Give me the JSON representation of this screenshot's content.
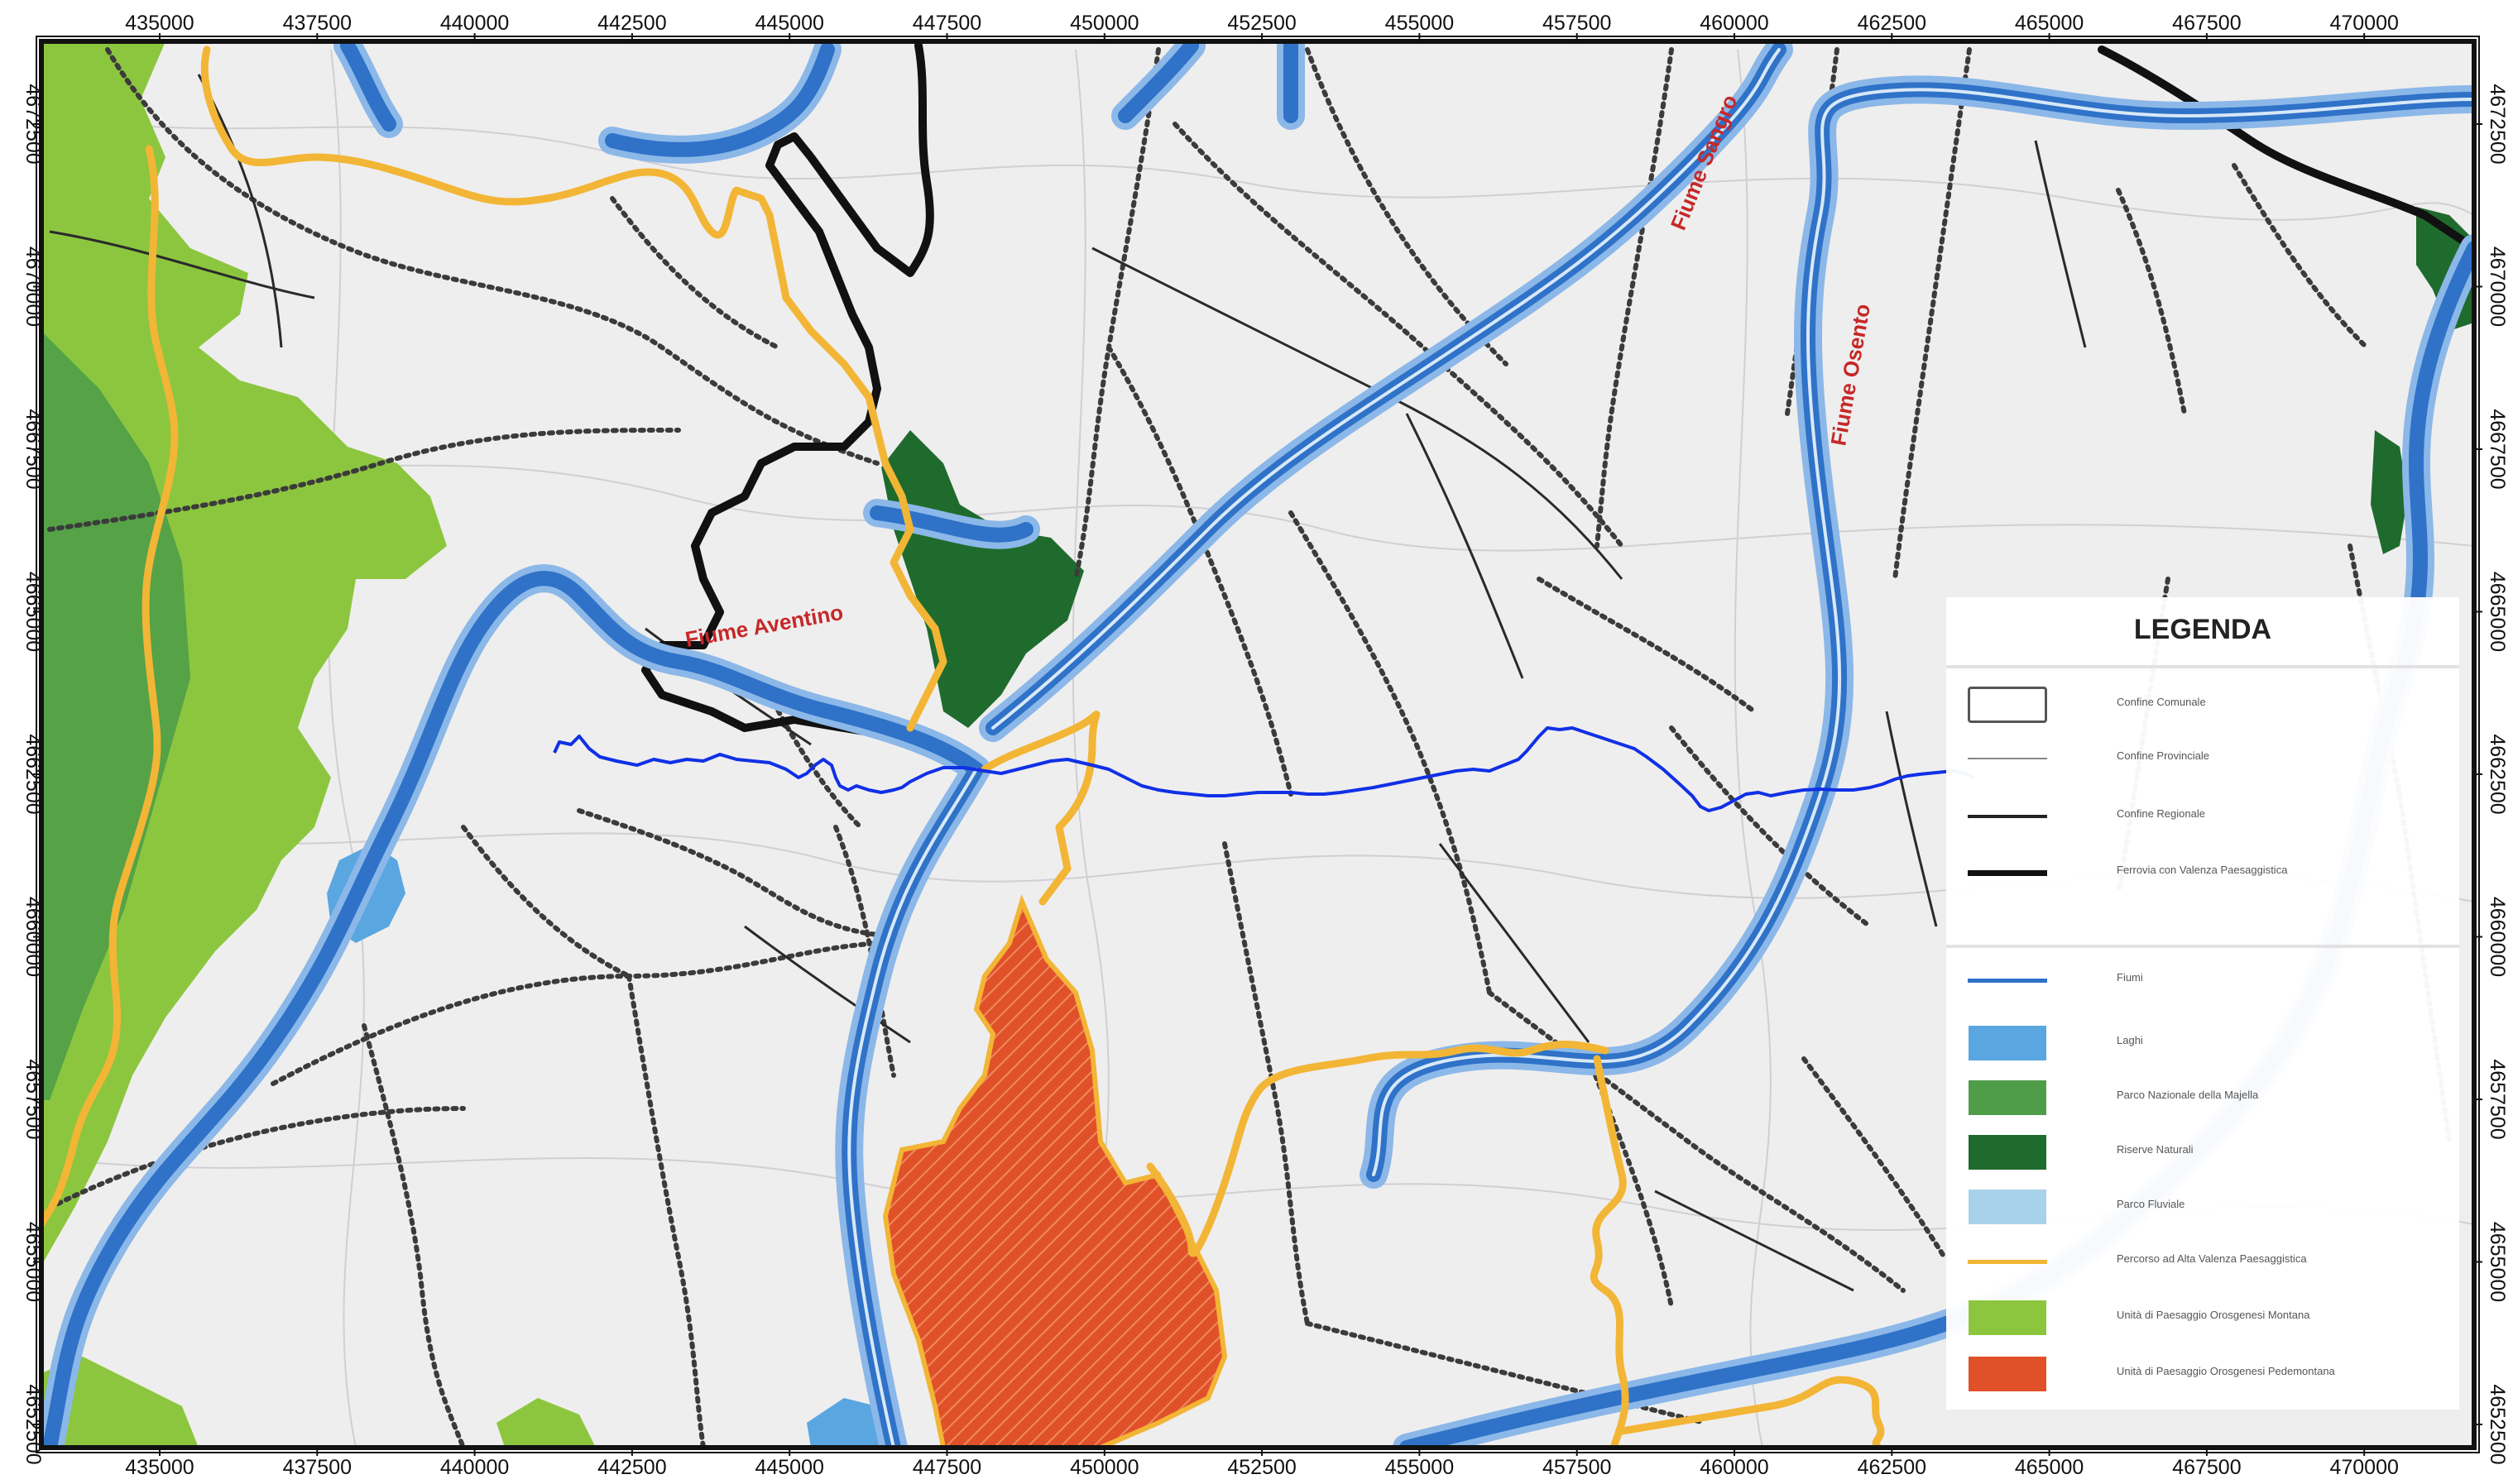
{
  "axes": {
    "x_ticks": [
      "435000",
      "437500",
      "440000",
      "442500",
      "445000",
      "447500",
      "450000",
      "452500",
      "455000",
      "457500",
      "460000",
      "462500",
      "465000",
      "467500",
      "470000"
    ],
    "y_ticks": [
      "4672500",
      "4670000",
      "4667500",
      "4665000",
      "4662500",
      "4660000",
      "4657500",
      "4655000",
      "4652500"
    ]
  },
  "map_labels": {
    "aventino": "Fiume Aventino",
    "sangro": "Fiume Sangro",
    "osento": "Fiume Osento"
  },
  "legend": {
    "title": "LEGENDA",
    "items": [
      {
        "label": "Confine Comunale",
        "symbol": "outline-box",
        "color": "#555555"
      },
      {
        "label": "Confine Provinciale",
        "symbol": "thin-line",
        "color": "#888888"
      },
      {
        "label": "Confine Regionale",
        "symbol": "line",
        "color": "#222222"
      },
      {
        "label": "Ferrovia con Valenza Paesaggistica",
        "symbol": "thick-line",
        "color": "#111111"
      },
      {
        "label": "Fiumi",
        "symbol": "river-line",
        "color": "#2f72c8"
      },
      {
        "label": "Laghi",
        "symbol": "fill",
        "color": "#5aa6e0"
      },
      {
        "label": "Parco Nazionale della Majella",
        "symbol": "fill",
        "color": "#4f9d48"
      },
      {
        "label": "Riserve Naturali",
        "symbol": "fill",
        "color": "#1f6b2e"
      },
      {
        "label": "Parco Fluviale",
        "symbol": "fill",
        "color": "#a8d2ea"
      },
      {
        "label": "Percorso ad Alta Valenza Paesaggistica",
        "symbol": "path-line",
        "color": "#f2b535"
      },
      {
        "label": "Unità di Paesaggio Orosgenesi Montana",
        "symbol": "fill",
        "color": "#8cc63f"
      },
      {
        "label": "Unità di Paesaggio Orosgenesi Pedemontana",
        "symbol": "fill",
        "color": "#e0512a"
      }
    ]
  },
  "colors": {
    "river": "#2f72c8",
    "river_light": "#8bb8e8",
    "lake": "#5aa6e0",
    "majella_park": "#4f9d48",
    "reserve": "#1f6b2e",
    "montane_unit": "#8cc63f",
    "piedmont_unit": "#e0512a",
    "scenic_path": "#f2b535",
    "route_line": "#1030e6",
    "railway": "#111111"
  }
}
